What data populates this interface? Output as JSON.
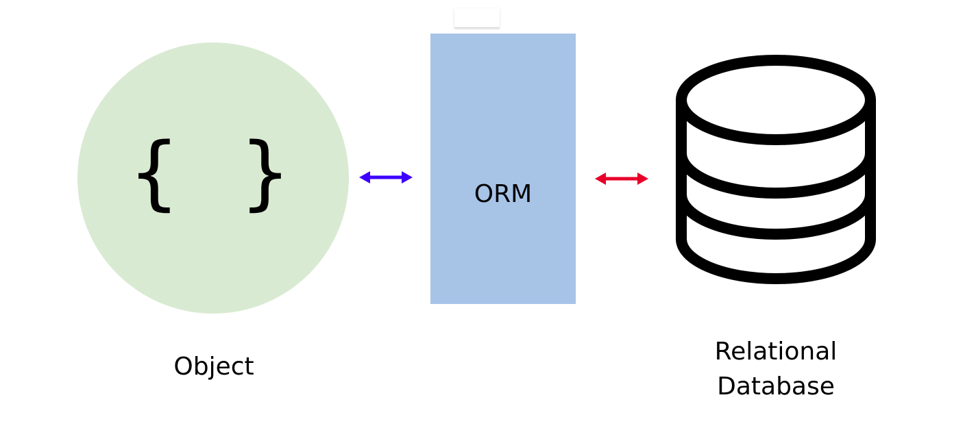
{
  "object": {
    "symbol": "{ }",
    "label": "Object"
  },
  "orm": {
    "label": "ORM"
  },
  "database": {
    "label_line1": "Relational",
    "label_line2": "Database"
  },
  "colors": {
    "object_fill": "#d9ead3",
    "orm_fill": "#a7c4e7",
    "arrow_left": "#3d00ff",
    "arrow_right": "#e8002a",
    "icon_stroke": "#000000"
  }
}
